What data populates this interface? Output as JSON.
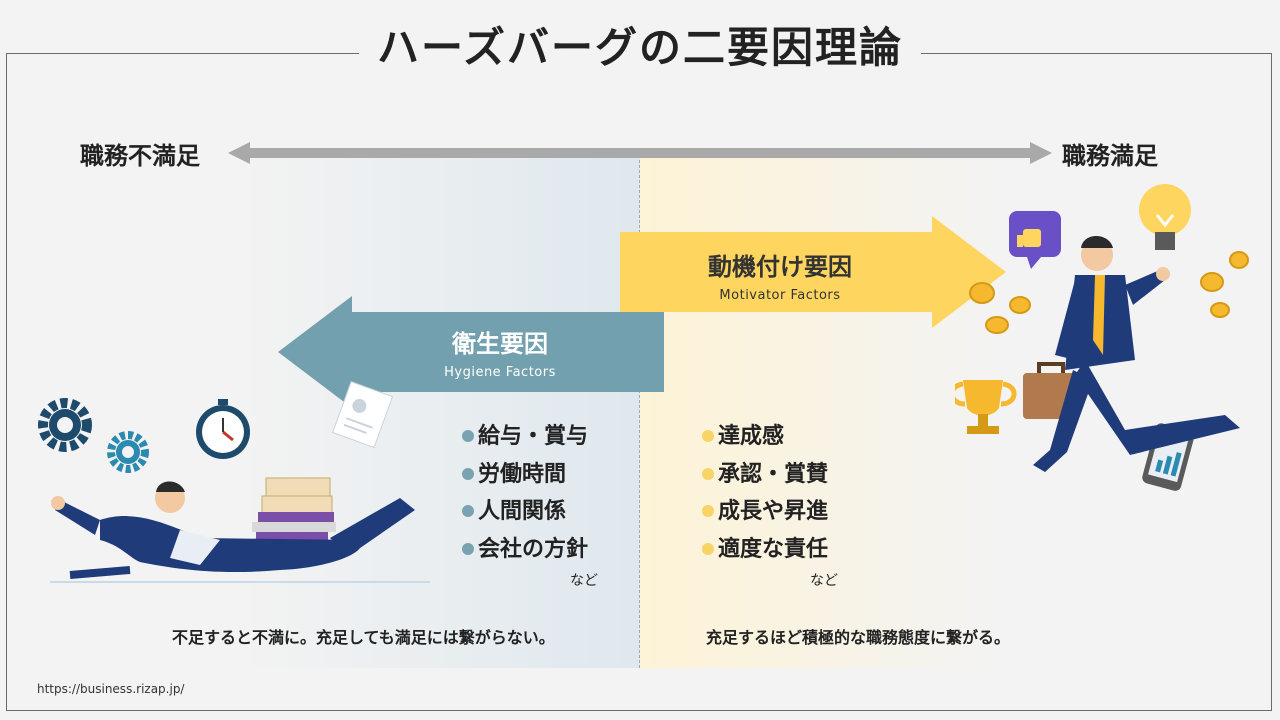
{
  "title": "ハーズバーグの二要因理論",
  "axis": {
    "left_label": "職務不満足",
    "right_label": "職務満足"
  },
  "motivator": {
    "label": "動機付け要因",
    "sublabel": "Motivator Factors",
    "color": "#fdd55f",
    "items": [
      "達成感",
      "承認・賞賛",
      "成長や昇進",
      "適度な責任"
    ],
    "more": "など",
    "caption": "充足するほど積極的な職務態度に繋がる。"
  },
  "hygiene": {
    "label": "衛生要因",
    "sublabel": "Hygiene Factors",
    "color": "#73a0ae",
    "items": [
      "給与・賞与",
      "労働時間",
      "人間関係",
      "会社の方針"
    ],
    "more": "など",
    "caption": "不足すると不満に。充足しても満足には繋がらない。"
  },
  "source": "https://business.rizap.jp/"
}
